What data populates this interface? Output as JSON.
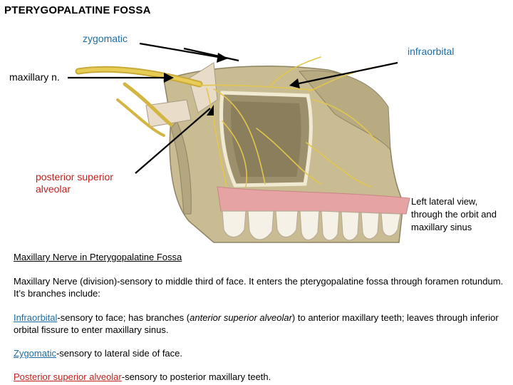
{
  "title": "PTERYGOPALATINE FOSSA",
  "labels": {
    "zygomatic": "zygomatic",
    "infraorbital": "infraorbital",
    "maxillary": "maxillary n.",
    "posterior_superior_alveolar": "posterior superior alveolar",
    "view": "Left lateral view, through the orbit and maxillary sinus"
  },
  "text": {
    "heading": "Maxillary Nerve in Pterygopalatine Fossa",
    "maxillary_term": "Maxillary Nerve (division)",
    "maxillary_desc": "-sensory to middle third of face.  It enters the pterygopalatine fossa through foramen rotundum. It’s branches include:",
    "infra_term": "Infraorbital",
    "infra_desc1": "-sensory to face; has branches (",
    "infra_italic": "anterior superior alveolar",
    "infra_desc2": ") to anterior maxillary teeth; leaves through inferior orbital fissure to enter maxillary sinus.",
    "zygo_term": "Zygomatic",
    "zygo_desc": "-sensory to lateral side of face.",
    "psa_term": "Posterior superior alveolar",
    "psa_desc": "-sensory to posterior maxillary teeth."
  },
  "colors": {
    "label_blue": "#1c6ea4",
    "label_red": "#c0221f",
    "bone": "#cbbf97",
    "nerve": "#e2c64d",
    "gum": "#e6a3a3"
  }
}
